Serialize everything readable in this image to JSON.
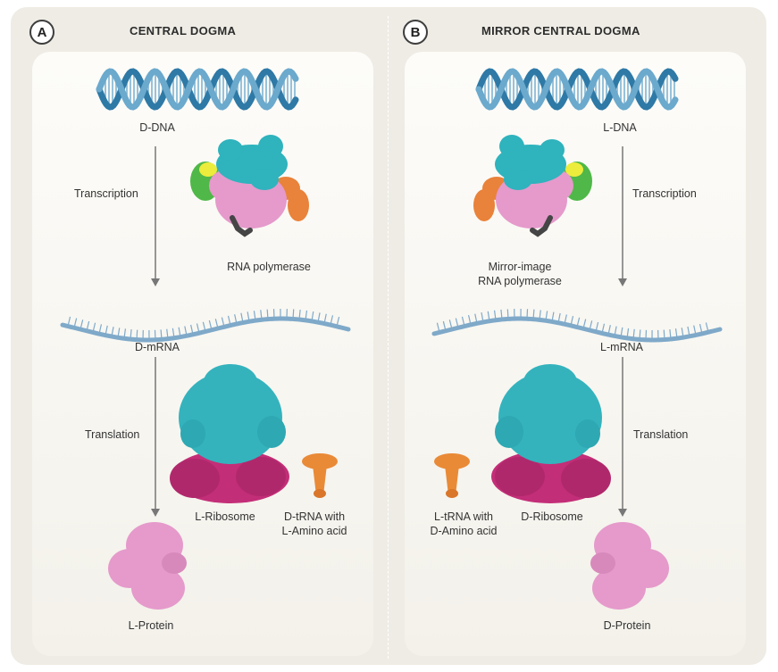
{
  "panels": [
    {
      "badge": "A",
      "title": "CENTRAL DOGMA",
      "dna_label": "D-DNA",
      "transcription_label": "Transcription",
      "polymerase_label_lines": [
        "RNA polymerase"
      ],
      "mrna_label": "D-mRNA",
      "translation_label": "Translation",
      "ribosome_label": "L-Ribosome",
      "trna_label_lines": [
        "D-tRNA with",
        "L-Amino acid"
      ],
      "protein_label": "L-Protein"
    },
    {
      "badge": "B",
      "title": "MIRROR CENTRAL DOGMA",
      "dna_label": "L-DNA",
      "transcription_label": "Transcription",
      "polymerase_label_lines": [
        "Mirror-image",
        "RNA polymerase"
      ],
      "mrna_label": "L-mRNA",
      "translation_label": "Translation",
      "ribosome_label": "D-Ribosome",
      "trna_label_lines": [
        "L-tRNA with",
        "D-Amino acid"
      ],
      "protein_label": "D-Protein"
    }
  ],
  "colors": {
    "dna_backbone": "#2e79a6",
    "dna_rungs": "#7fb4d3",
    "mrna": "#7fa9c9",
    "arrow": "#777777",
    "polymerase_cyan": "#2fb3bd",
    "polymerase_pink": "#e59acb",
    "polymerase_green": "#4fb848",
    "polymerase_yellow": "#ecec3c",
    "polymerase_orange": "#e9823a",
    "polymerase_gray": "#454545",
    "ribosome_large": "#34b3bd",
    "ribosome_small": "#c32e78",
    "trna": "#e98a37",
    "protein": "#e59acb"
  },
  "icons": [
    "dna-helix-icon",
    "rna-polymerase-icon",
    "mrna-strand-icon",
    "ribosome-icon",
    "trna-icon",
    "protein-icon",
    "arrow-down-icon"
  ]
}
